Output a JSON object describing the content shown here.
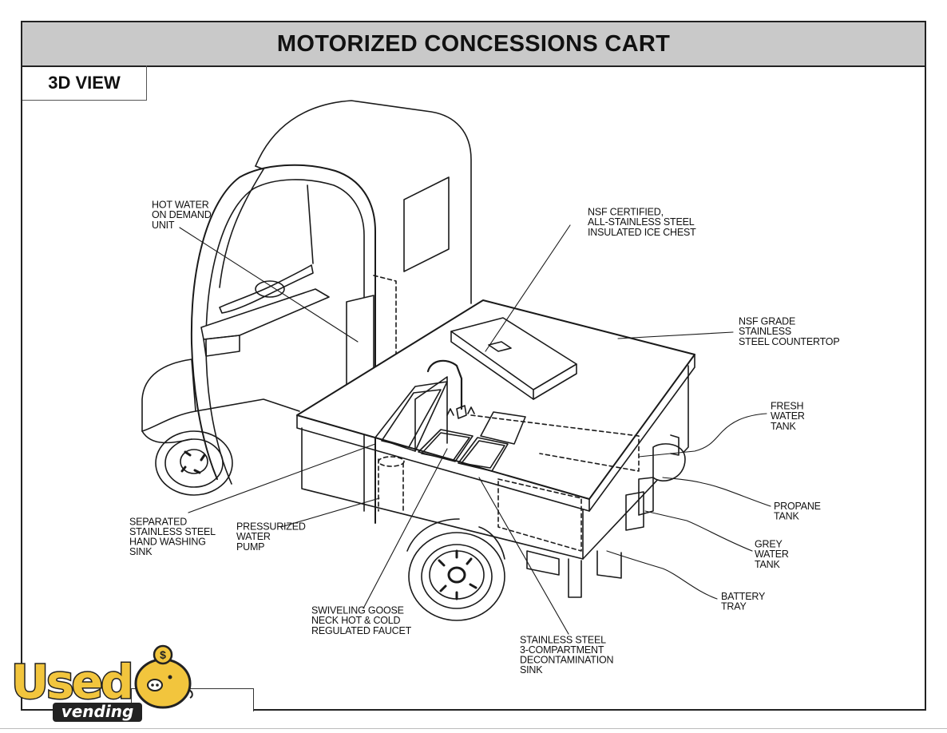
{
  "title": "MOTORIZED CONCESSIONS CART",
  "view_label": "3D VIEW",
  "callouts": {
    "hot_water": [
      "HOT WATER",
      "ON DEMAND",
      "UNIT"
    ],
    "ice_chest": [
      "NSF CERTIFIED,",
      "ALL-STAINLESS STEEL",
      "INSULATED ICE CHEST"
    ],
    "countertop": [
      "NSF GRADE",
      "STAINLESS",
      "STEEL COUNTERTOP"
    ],
    "fresh_water": [
      "FRESH",
      "WATER",
      "TANK"
    ],
    "propane": [
      "PROPANE",
      "TANK"
    ],
    "grey_water": [
      "GREY",
      "WATER",
      "TANK"
    ],
    "battery": [
      "BATTERY",
      "TRAY"
    ],
    "hand_sink": [
      "SEPARATED",
      "STAINLESS STEEL",
      "HAND WASHING",
      "SINK"
    ],
    "water_pump": [
      "PRESSURIZED",
      "WATER",
      "PUMP"
    ],
    "faucet": [
      "SWIVELING GOOSE",
      "NECK HOT & COLD",
      "REGULATED FAUCET"
    ],
    "three_comp_sink": [
      "STAINLESS STEEL",
      "3-COMPARTMENT",
      "DECONTAMINATION",
      "SINK"
    ]
  },
  "logo": {
    "word": "Used",
    "sub": "vending",
    "colors": {
      "fill": "#f2c53d",
      "stroke": "#222222"
    }
  }
}
